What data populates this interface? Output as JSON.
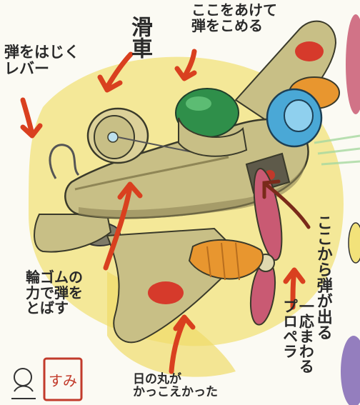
{
  "annotations": {
    "pulley": "滑車",
    "open_here": "ここをあけて\n弾をこめる",
    "lever": "弾をはじく\nレバー",
    "rubber_band": "輪ゴムの\n力で弾を\nとばす",
    "bullet_out": "ここから弾が出る",
    "propeller_spins": "一応まわる\nプロペラ",
    "hinomaru": "日の丸が\nかっこえかった"
  },
  "stamp_text": "すみ",
  "colors": {
    "plane_body": "#c8bf86",
    "plane_shadow": "#8f8656",
    "hinomaru_red": "#d63a2b",
    "cockpit_green": "#2f8f4a",
    "nose_blue": "#4aa8d6",
    "propeller_pink": "#c95a73",
    "orange_cowl": "#e8962f",
    "arrow_red": "#d9401f",
    "background_yellow": "#f2e27a",
    "speed_green": "#a7d9a0"
  }
}
